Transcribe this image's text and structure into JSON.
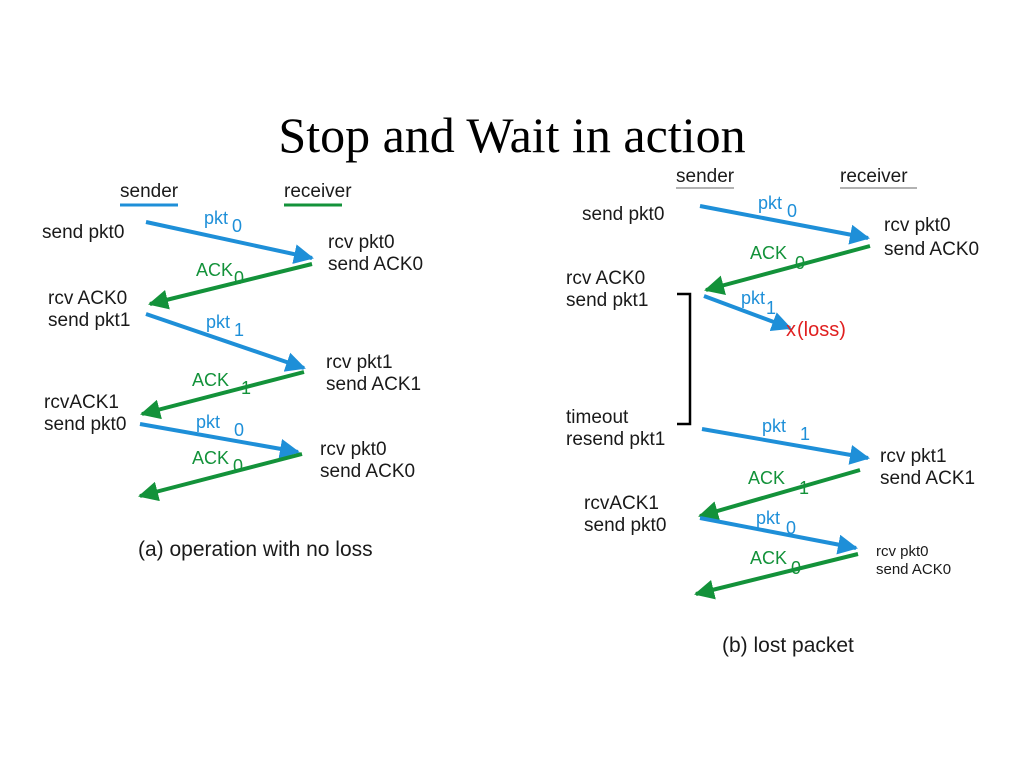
{
  "title": "Stop and Wait in action",
  "colors": {
    "packet": "#1e8fd8",
    "ack": "#13923a",
    "loss": "#e02020",
    "text": "#1a1a1a"
  },
  "panel_a": {
    "sender_header": "sender",
    "receiver_header": "receiver",
    "caption": "(a) operation with no loss",
    "sender_events": [
      "send pkt0",
      "rcv ACK0",
      "send pkt1",
      "rcvACK1",
      "send pkt0"
    ],
    "receiver_events": [
      "rcv pkt0",
      "send ACK0",
      "rcv pkt1",
      "send ACK1",
      "rcv pkt0",
      "send ACK0"
    ],
    "messages": [
      {
        "type": "pkt",
        "label": "pkt",
        "seq": "0"
      },
      {
        "type": "ack",
        "label": "ACK",
        "seq": "0"
      },
      {
        "type": "pkt",
        "label": "pkt",
        "seq": "1"
      },
      {
        "type": "ack",
        "label": "ACK",
        "seq": "1"
      },
      {
        "type": "pkt",
        "label": "pkt",
        "seq": "0"
      },
      {
        "type": "ack",
        "label": "ACK",
        "seq": "0"
      }
    ]
  },
  "panel_b": {
    "sender_header": "sender",
    "receiver_header": "receiver",
    "caption": "(b) lost packet",
    "sender_events": [
      "send pkt0",
      "rcv ACK0",
      "send pkt1",
      "timeout",
      "resend pkt1",
      "rcvACK1",
      "send pkt0"
    ],
    "receiver_events": [
      "rcv pkt0",
      "send ACK0",
      "rcv pkt1",
      "send ACK1",
      "rcv pkt0",
      "send ACK0"
    ],
    "loss_marker": "x",
    "loss_label": "(loss)",
    "messages": [
      {
        "type": "pkt",
        "label": "pkt",
        "seq": "0"
      },
      {
        "type": "ack",
        "label": "ACK",
        "seq": "0"
      },
      {
        "type": "pkt",
        "label": "pkt",
        "seq": "1"
      },
      {
        "type": "pkt",
        "label": "pkt",
        "seq": "1"
      },
      {
        "type": "ack",
        "label": "ACK",
        "seq": "1"
      },
      {
        "type": "pkt",
        "label": "pkt",
        "seq": "0"
      },
      {
        "type": "ack",
        "label": "ACK",
        "seq": "0"
      }
    ]
  }
}
